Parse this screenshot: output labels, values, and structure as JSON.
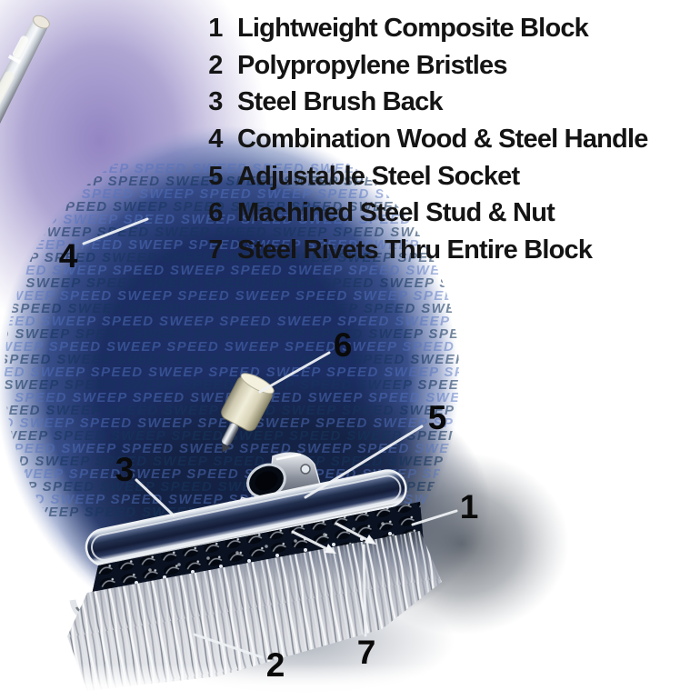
{
  "legend": {
    "items": [
      {
        "num": "1",
        "label": "Lightweight Composite Block"
      },
      {
        "num": "2",
        "label": "Polypropylene Bristles"
      },
      {
        "num": "3",
        "label": "Steel Brush Back"
      },
      {
        "num": "4",
        "label": "Combination Wood & Steel Handle"
      },
      {
        "num": "5",
        "label": "Adjustable Steel Socket"
      },
      {
        "num": "6",
        "label": "Machined Steel Stud & Nut"
      },
      {
        "num": "7",
        "label": "Steel Rivets Thru Entire Block"
      }
    ]
  },
  "callouts": [
    {
      "num": "1"
    },
    {
      "num": "2"
    },
    {
      "num": "3"
    },
    {
      "num": "4"
    },
    {
      "num": "5"
    },
    {
      "num": "6"
    },
    {
      "num": "7"
    }
  ],
  "watermark": {
    "text": "SPEED SWEEP",
    "line": "SPEED SWEEP SPEED SWEEP SPEED SWEEP SPEED SWEEP SPEED SWEEP SPEED SWEEP"
  },
  "colors": {
    "navy": "#1c2e64",
    "purple": "#8d7fc0",
    "watermark_light": "#5273c0",
    "watermark_dark": "#16365c",
    "legend_text": "#141414",
    "callout_text": "#0a0a0a",
    "leader_line": "#eef1f4"
  }
}
